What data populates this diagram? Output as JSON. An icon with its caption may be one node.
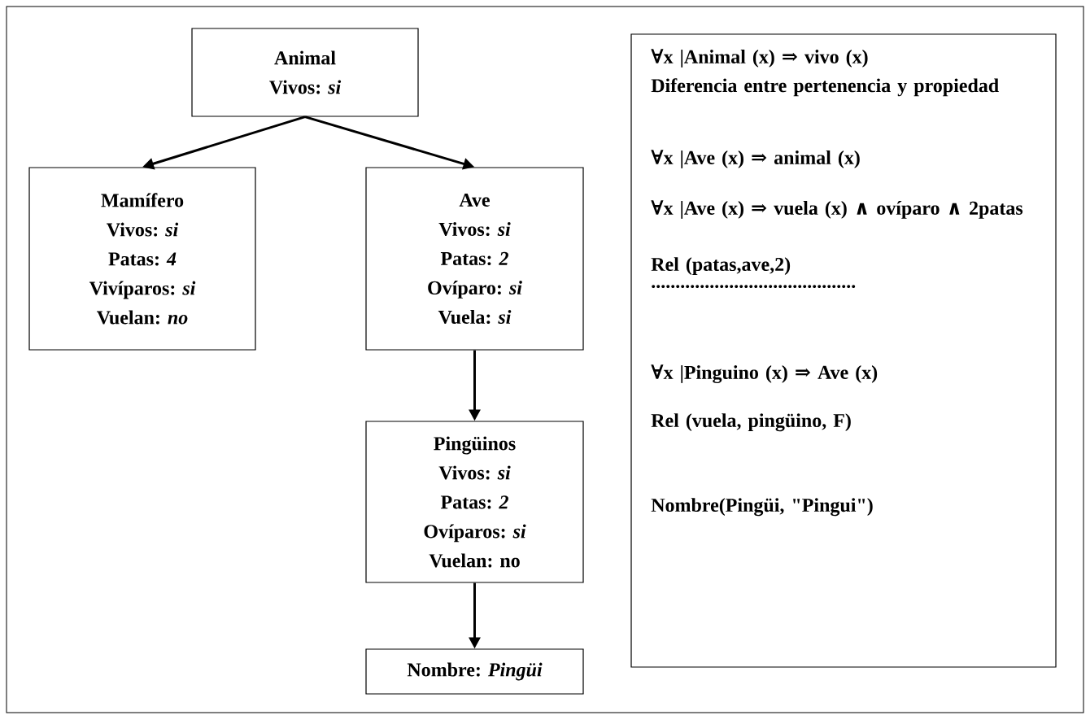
{
  "diagram": {
    "nodes": [
      {
        "text": [
          "Animal",
          "Vivos: *si*"
        ]
      },
      {
        "text": [
          "Mamífero",
          "Vivos: *si*",
          "Patas: *4*",
          "Vivíparos: *si*",
          "Vuelan: *no*"
        ]
      },
      {
        "text": [
          "Ave",
          "Vivos: *si*",
          "Patas: *2*",
          "Ovíparo: *si*",
          "Vuela: *si*"
        ]
      },
      {
        "text": [
          "Pingüinos",
          "Vivos: *si*",
          "Patas: *2*",
          "Ovíparos: *si*",
          "Vuelan: no"
        ]
      },
      {
        "text": [
          "Nombre: *Pingüi*"
        ]
      },
      {
        "text": [
          "∀x |Animal (x) ⇒ vivo (x)",
          "Diferencia entre pertenencia y propiedad",
          "∀x |Ave (x) ⇒ animal (x)",
          "∀x |Ave (x) ⇒ vuela (x) ∧ ovíparo ∧ 2patas",
          "Rel (patas,ave,2)",
          "..........................................",
          "∀x |Pinguino (x) ⇒ Ave (x)",
          "Rel (vuela, pingüino, F)",
          "Nombre(Pingüi, \"Pingui\")"
        ]
      }
    ],
    "edges": [
      {
        "from": 0,
        "to": 1,
        "arrow": "to"
      },
      {
        "from": 0,
        "to": 2,
        "arrow": "to"
      },
      {
        "from": 2,
        "to": 3,
        "arrow": "to"
      },
      {
        "from": 3,
        "to": 4,
        "arrow": "to"
      }
    ]
  }
}
